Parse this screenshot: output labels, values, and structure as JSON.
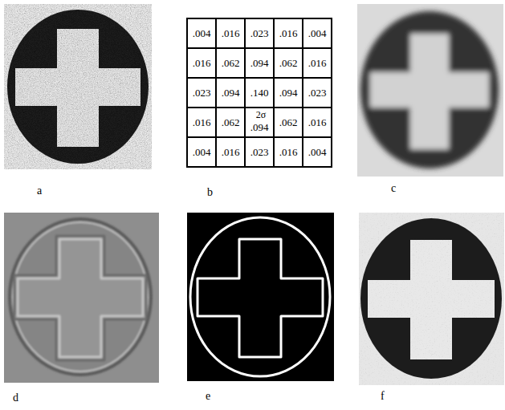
{
  "diagram": {
    "labels": [
      ".004",
      ".016",
      ".023",
      ".016",
      ".004",
      ".016",
      ".062",
      ".094",
      ".062",
      ".016",
      ".023",
      ".094",
      ".140",
      ".094",
      ".023",
      ".016",
      ".062",
      ".094",
      ".062",
      ".016",
      ".004",
      ".016",
      ".023",
      ".016",
      ".004",
      "2σ",
      "a",
      "b",
      "c",
      "d",
      "e",
      "f"
    ]
  }
}
